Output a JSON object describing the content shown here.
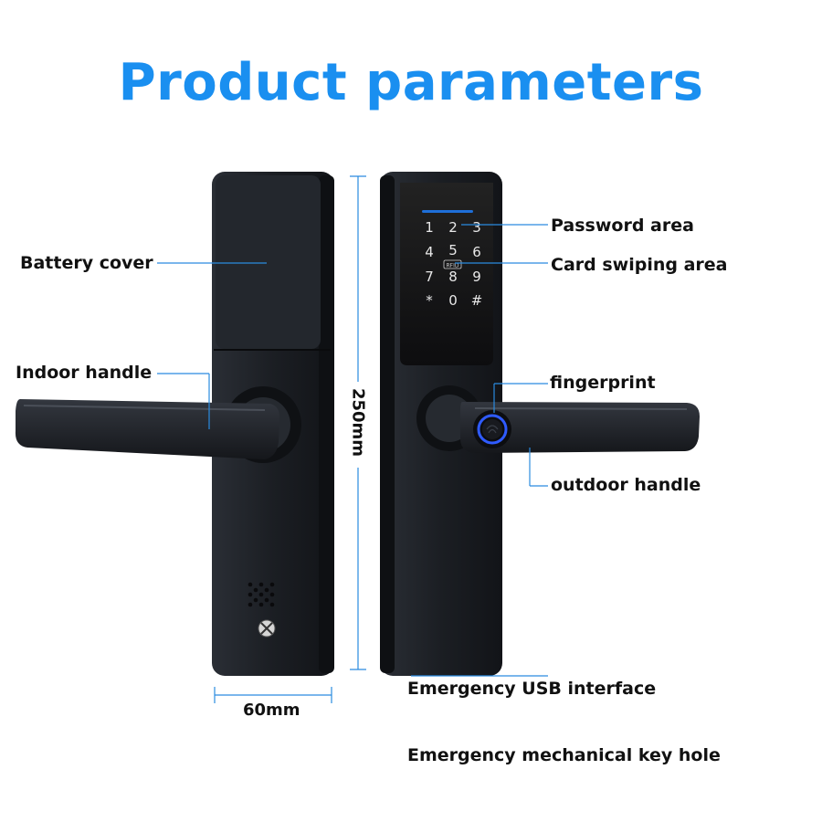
{
  "title": "Product parameters",
  "labels": {
    "battery_cover": "Battery cover",
    "indoor_handle": "Indoor handle",
    "password_area": "Password area",
    "card_swiping_area": "Card swiping area",
    "fingerprint": "fingerprint",
    "outdoor_handle": "outdoor handle",
    "usb_interface": "Emergency USB interface",
    "key_hole": "Emergency mechanical key hole"
  },
  "dimensions": {
    "height": "250mm",
    "width": "60mm"
  },
  "keypad": {
    "keys": [
      "1",
      "2",
      "3",
      "4",
      "5",
      "6",
      "7",
      "8",
      "9",
      "*",
      "0",
      "#"
    ],
    "card_badge": "RFID"
  },
  "colors": {
    "title": "#1a8ff0",
    "callout_line": "#2a8be0",
    "lock_body": "#1c1f24",
    "fingerprint_ring": "#2f5bff"
  }
}
